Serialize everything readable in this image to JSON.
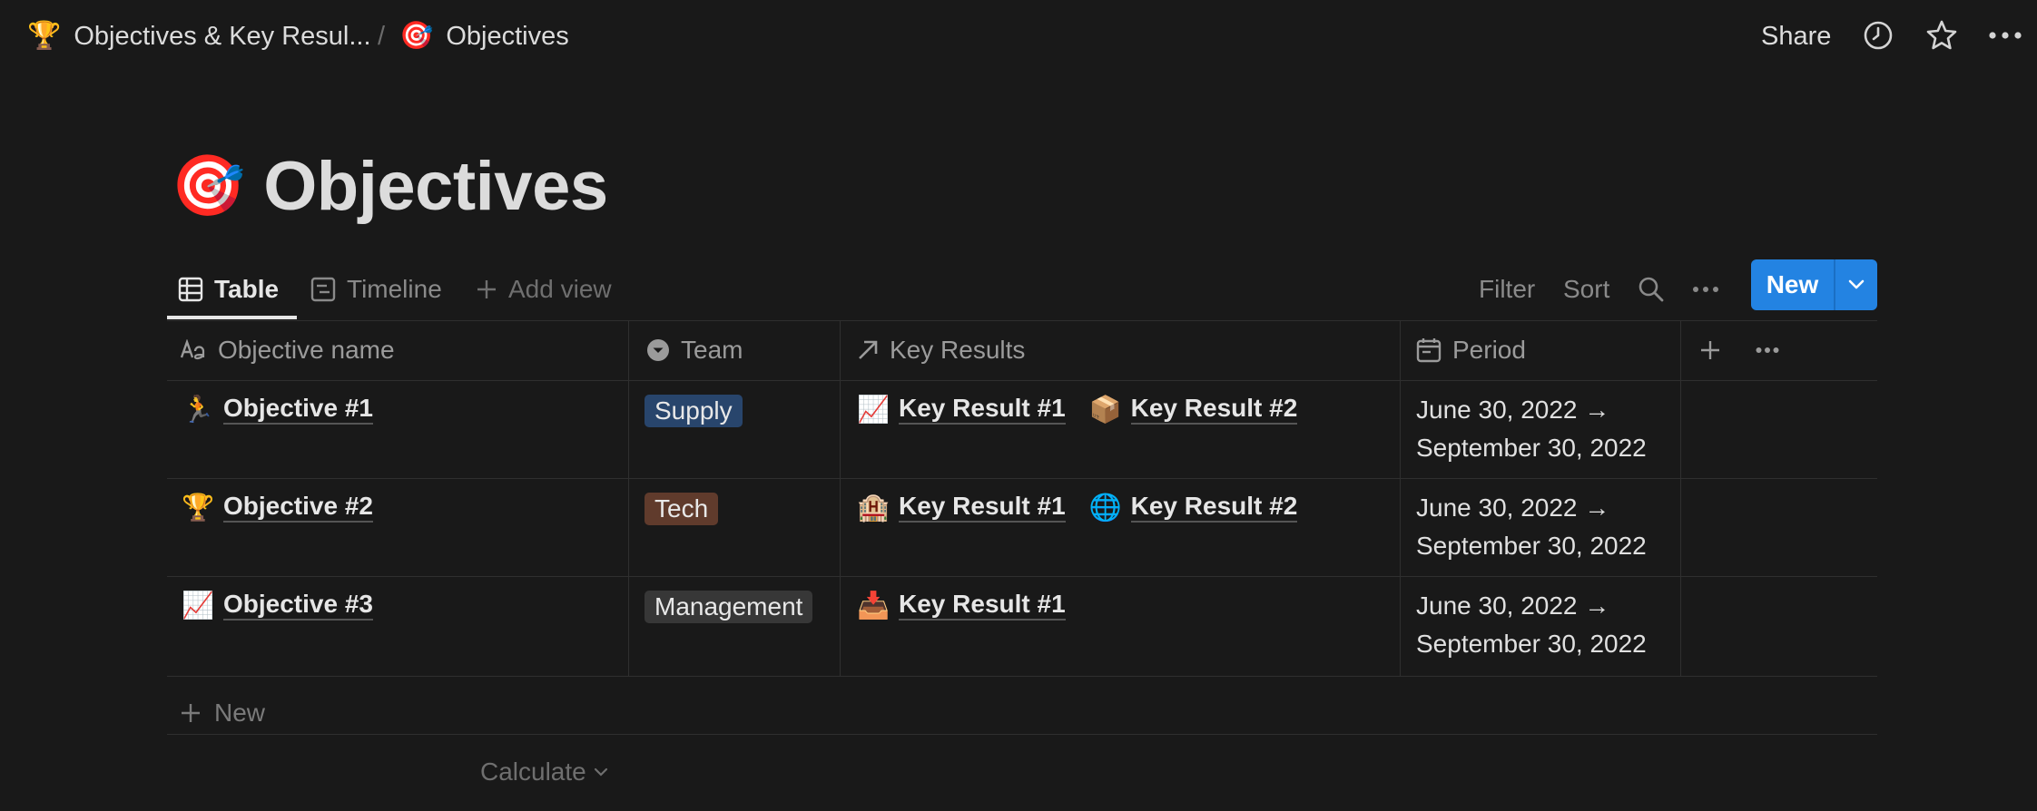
{
  "breadcrumb": {
    "items": [
      {
        "icon": "trophy-icon",
        "glyph": "🏆",
        "label": "Objectives & Key Resul..."
      },
      {
        "icon": "dart-icon",
        "glyph": "🎯",
        "label": "Objectives"
      }
    ],
    "separator": "/"
  },
  "topbar": {
    "share_label": "Share"
  },
  "page": {
    "icon": "dart-icon",
    "glyph": "🎯",
    "title": "Objectives"
  },
  "views": {
    "tabs": [
      {
        "label": "Table",
        "icon": "table-icon",
        "active": true
      },
      {
        "label": "Timeline",
        "icon": "timeline-icon",
        "active": false
      }
    ],
    "add_view_label": "Add view",
    "filter_label": "Filter",
    "sort_label": "Sort",
    "new_label": "New"
  },
  "table": {
    "columns": [
      {
        "label": "Objective name",
        "icon": "text-property-icon"
      },
      {
        "label": "Team",
        "icon": "select-property-icon"
      },
      {
        "label": "Key Results",
        "icon": "relation-arrow-icon"
      },
      {
        "label": "Period",
        "icon": "calendar-icon"
      }
    ],
    "rows": [
      {
        "objective": {
          "glyph": "🏃",
          "icon": "runner-icon",
          "name": "Objective #1"
        },
        "team": {
          "label": "Supply",
          "color": "#28456c"
        },
        "key_results": [
          {
            "glyph": "📈",
            "icon": "chart-increasing-icon",
            "label": "Key Result #1"
          },
          {
            "glyph": "📦",
            "icon": "package-icon",
            "label": "Key Result #2"
          }
        ],
        "period": {
          "start": "June 30, 2022 →",
          "end": "September 30, 2022"
        }
      },
      {
        "objective": {
          "glyph": "🏆",
          "icon": "trophy-icon",
          "name": "Objective #2"
        },
        "team": {
          "label": "Tech",
          "color": "#603b2c"
        },
        "key_results": [
          {
            "glyph": "🏨",
            "icon": "hotel-icon",
            "label": "Key Result #1"
          },
          {
            "glyph": "🌐",
            "icon": "globe-icon",
            "label": "Key Result #2"
          }
        ],
        "period": {
          "start": "June 30, 2022 →",
          "end": "September 30, 2022"
        }
      },
      {
        "objective": {
          "glyph": "📈",
          "icon": "chart-increasing-icon",
          "name": "Objective #3"
        },
        "team": {
          "label": "Management",
          "color": "#373737"
        },
        "key_results": [
          {
            "glyph": "📥",
            "icon": "inbox-tray-icon",
            "label": "Key Result #1"
          }
        ],
        "period": {
          "start": "June 30, 2022 →",
          "end": "September 30, 2022"
        }
      }
    ],
    "new_row_label": "New",
    "calculate_label": "Calculate"
  },
  "colors": {
    "background": "#191919",
    "accent": "#2383e2",
    "text": "#d4d4d4"
  }
}
